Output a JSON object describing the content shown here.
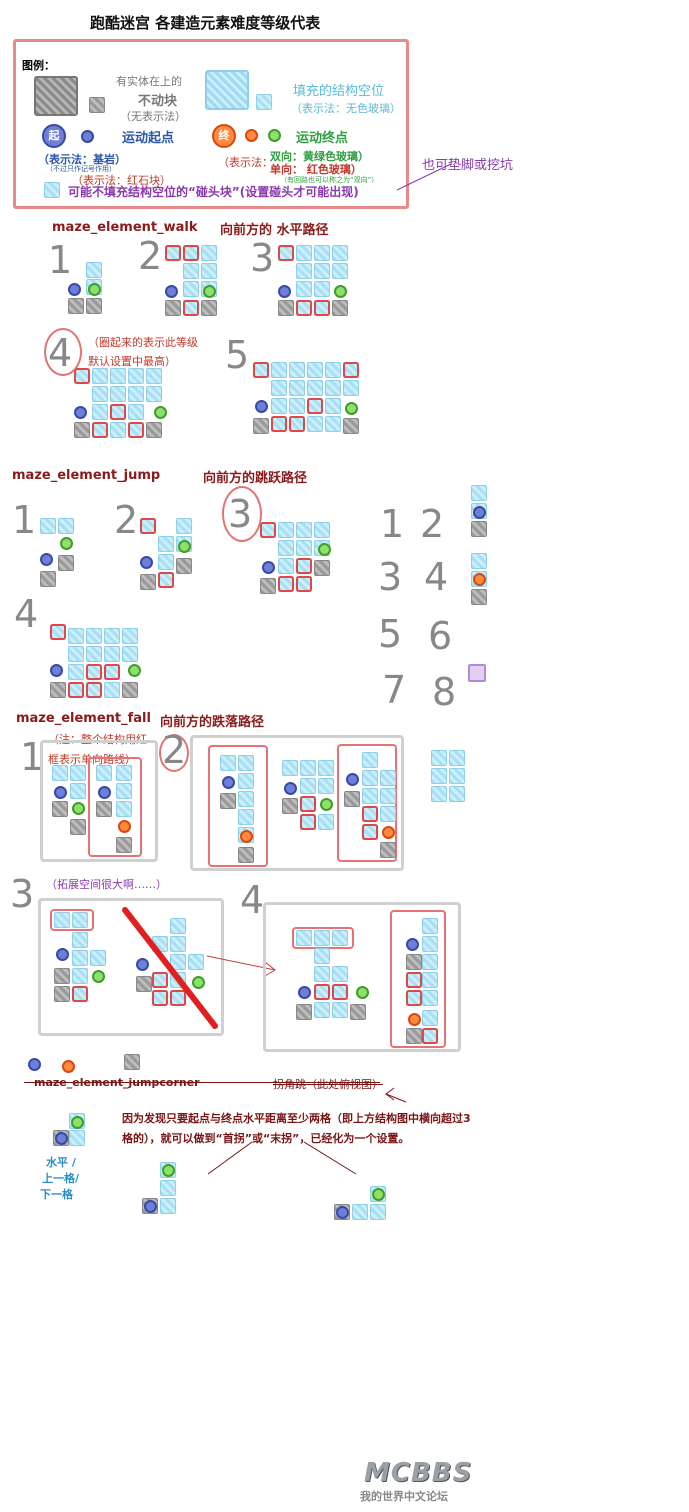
{
  "title": "跑酷迷宫 各建造元素难度等级代表",
  "legend": {
    "header": "图例：",
    "solid_block_top": "有实体在上的",
    "solid_block_main": "不动块",
    "solid_block_note": "（无表示法）",
    "fill_space_main": "填充的结构空位",
    "fill_space_note": "（表示法：无色玻璃）",
    "start_glyph": "起",
    "start_label": "运动起点",
    "start_note": "（表示法：基岩）",
    "start_note_small": "（不过只作记号作用）",
    "start_note_redstone": "（表示法：红石块）",
    "end_glyph": "终",
    "end_label": "运动终点",
    "end_note_prefix": "（表示法：",
    "end_note_two_way": "双向：",
    "end_note_two_way_value": "黄绿色玻璃）",
    "end_note_one_way": "单向：",
    "end_note_one_way_value": "红色玻璃）",
    "end_note_small": "（有回路也可以称之为“双向”）",
    "bump_block": "可能不填充结构空位的“碰头块”(设置碰头才可能出现)",
    "side_note": "也可垫脚或挖坑"
  },
  "walk": {
    "header": "maze_element_walk",
    "desc": "向前方的 水平路径",
    "nums": [
      "1",
      "2",
      "3",
      "4",
      "5"
    ],
    "circle_note_line1": "（圈起来的表示此等级",
    "circle_note_line2": "默认设置中最高）"
  },
  "jump": {
    "header": "maze_element_jump",
    "desc": "向前方的跳跃路径",
    "nums": [
      "1",
      "2",
      "3",
      "4"
    ],
    "grid_nums": [
      "1",
      "2",
      "3",
      "4",
      "5",
      "6",
      "7",
      "8"
    ]
  },
  "fall": {
    "header": "maze_element_fall",
    "desc": "向前方的跌落路径",
    "note_line1": "（注：整个结构用红",
    "note_line2": "框表示单向路线）",
    "nums": [
      "1",
      "2",
      "3",
      "4"
    ],
    "expand_note": "（拓展空间很大啊……）"
  },
  "jumpcorner": {
    "header": "maze_element_jumpcorner",
    "desc": "拐角跳（此处俯视图）",
    "explain_line1": "因为发现只要起点与终点水平距离至少两格（即上方结构图中横向超过3",
    "explain_line2": "格的），就可以做到“首拐”或“末拐”，已经化为一个设置。",
    "side_label_1": "水平  /",
    "side_label_2": "上一格/",
    "side_label_3": "下一格"
  },
  "watermark": {
    "logo": "MCBBS",
    "sub": "我的世界中文论坛"
  },
  "colors": {
    "glass": "#a8e0f3",
    "stone": "#9a9a9a",
    "start_blue": "#6d7fd6",
    "end_green": "#8ee06a",
    "end_red": "#ff8a3d",
    "highlight": "#e57373"
  }
}
